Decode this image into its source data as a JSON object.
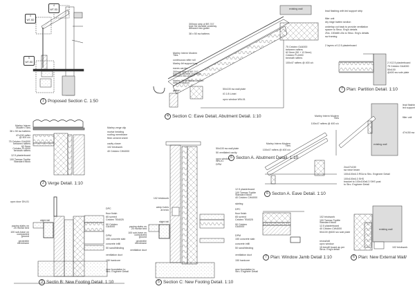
{
  "details": [
    {
      "number": "1",
      "title": "Proposed Section C. 1:50"
    },
    {
      "number": "4",
      "title": "Section C: Eave Detail, Abutment Detail. 1:10"
    },
    {
      "number": "7",
      "title": "Plan: Partition Detail. 1:10"
    },
    {
      "number": "2",
      "title": "Verge Detail. 1:10"
    },
    {
      "number": "6",
      "title": "Secton A. Abutment Detail. 1:10"
    },
    {
      "number": "6",
      "title": "Secton A. Eave Detail. 1:10"
    },
    {
      "number": "3",
      "title": "Sectin B: New Footing Detail. 1:10"
    },
    {
      "number": "5",
      "title": "Section C: New Footing Detail. 1:10"
    },
    {
      "number": "7",
      "title": "Plan: Window Jamb Detail 1:10"
    },
    {
      "number": "6",
      "title": "Plan: New External Wall/"
    }
  ],
  "section_tags": [
    {
      "num": "4",
      "ref": "WT-SD"
    },
    {
      "num": "4",
      "ref": "WT-SD"
    },
    {
      "num": "5",
      "ref": "WT-SD"
    }
  ],
  "labels": {
    "eave_c": [
      "300mm strip of BS 747",
      "type 5U durable underlay",
      "dressed into gutter",
      "38 x 50 sw battens",
      "Marley Interm Modern",
      "Tiles",
      "continuous rafter roll",
      "Marley lbf support tray",
      "eaves carrier",
      "300mm strip of BS 747",
      "type 5U durable underlay",
      "dressed into gutter",
      "Marley 25 ventilator comfort",
      "strip ventilation",
      "gutter",
      "75 Celotex GA4000",
      "between rafters",
      "62.5mm (50 + 12.5mm)",
      "Celotex PL4000",
      "beneath rafters",
      "100x47 rafters @ 400 c/c",
      "50x100 sw wall plate",
      "IG 1/5 Lintel",
      "upvc window WN-01",
      "existing wall"
    ],
    "ridge": [
      "lead flashing with led support strip",
      "filler unit",
      "dry ridge batten section",
      "underlay cut back to provide ventilation",
      "spacer to Struc. Eng's details",
      "2No. 150x88 LBs to Struc. Eng's details",
      "sw framing",
      "2 layers of 12.5 plasterboard"
    ],
    "partition": [
      "2 X12.5 plasterboard",
      "75 Celotex GA4000",
      "50x100",
      "@400 sw sole plate"
    ],
    "verge": [
      "Marley Interm",
      "Modern Tiles",
      "38 x 50 sw battens",
      "47x150 rafter",
      "@ 400 c/c",
      "75 Celotex GA4000",
      "between rafters",
      "62.5mm",
      "Celotex PL4000",
      "beneath rafters",
      "12.5 plasterboard",
      "100 Tarmac Toplite",
      "Standard block",
      "Marley verge clip",
      "mortar bedding",
      "roofing membrane",
      "fibre cement sheet",
      "cavity closer",
      "102 brickwork",
      "40 Celotex CW4000"
    ],
    "abut_a": [
      "lead flashing with",
      "led support strip",
      "filler unit",
      "47x150 sw wall plate",
      "existing wall",
      "Marley Interm Modern",
      "Tiles",
      "100x47 rafters @ 400 c/c",
      "Marley Interm Modern",
      "Tiles",
      "100x47 rafters @ 400 c/c"
    ],
    "eave_a": [
      "2no47x150",
      "sw eave beam",
      "100x100x6.3 RSA to Strc. Engineer Detail",
      "100x100x6.3 SHS",
      "bracket to 100x100x6.3 SHS post",
      "to Strc. Engineer Detail"
    ],
    "footing_b": [
      "upvc door DN-01",
      "paving slabs on",
      "25 mortar bed",
      "100 sub-base on",
      "compacted",
      "ground",
      "geotextile",
      "membrane",
      "DPC",
      "floor finish",
      "65 screed",
      "Celotex TB4025",
      "90 Celotex",
      "GA4000",
      "DPM",
      "150 concrete slab",
      "concrete infill",
      "50 sand/blinding",
      "ventilation duct",
      "150 hardcore",
      "new foundation to",
      "Strc. Engineer Detail",
      "slight fall"
    ],
    "footing_c": [
      "upvc window",
      "WN-01",
      "DPM",
      "50x100 sw wall plate",
      "50 ventilated cavity",
      "102 brickwork",
      "weep holes",
      "at brick",
      "paving slabs on",
      "25 mortar bed",
      "100 sub-base on",
      "compacted",
      "ground",
      "geotextile",
      "membrane",
      "ventilation duct",
      "12.5 plasterboard",
      "100 Tarmac Toplite",
      "Standard block",
      "40 Celotex CW4000",
      "skirting",
      "DPC",
      "floor finish",
      "65 screed",
      "Celotex TB4025",
      "90 Celotex",
      "GA4000",
      "DPM",
      "150 concrete slab",
      "concrete infill",
      "50 sand/blinding",
      "ventilation duct",
      "150 hardcore",
      "new foundation to",
      "Strc. Engineer Detail",
      "slight fall"
    ],
    "jamb": [
      "102 brickwork",
      "100 Tarmac Toplite",
      "Standard block",
      "12.5 plasterboard",
      "40 Celotex CW4000",
      "50x100 @400 sw sole plate",
      "reveal/cill",
      "upvc window",
      "15 Aerofil board as per",
      "Struc. Eng's detail"
    ],
    "ext_wall": [
      "existing wall",
      "102 brickwork"
    ]
  }
}
